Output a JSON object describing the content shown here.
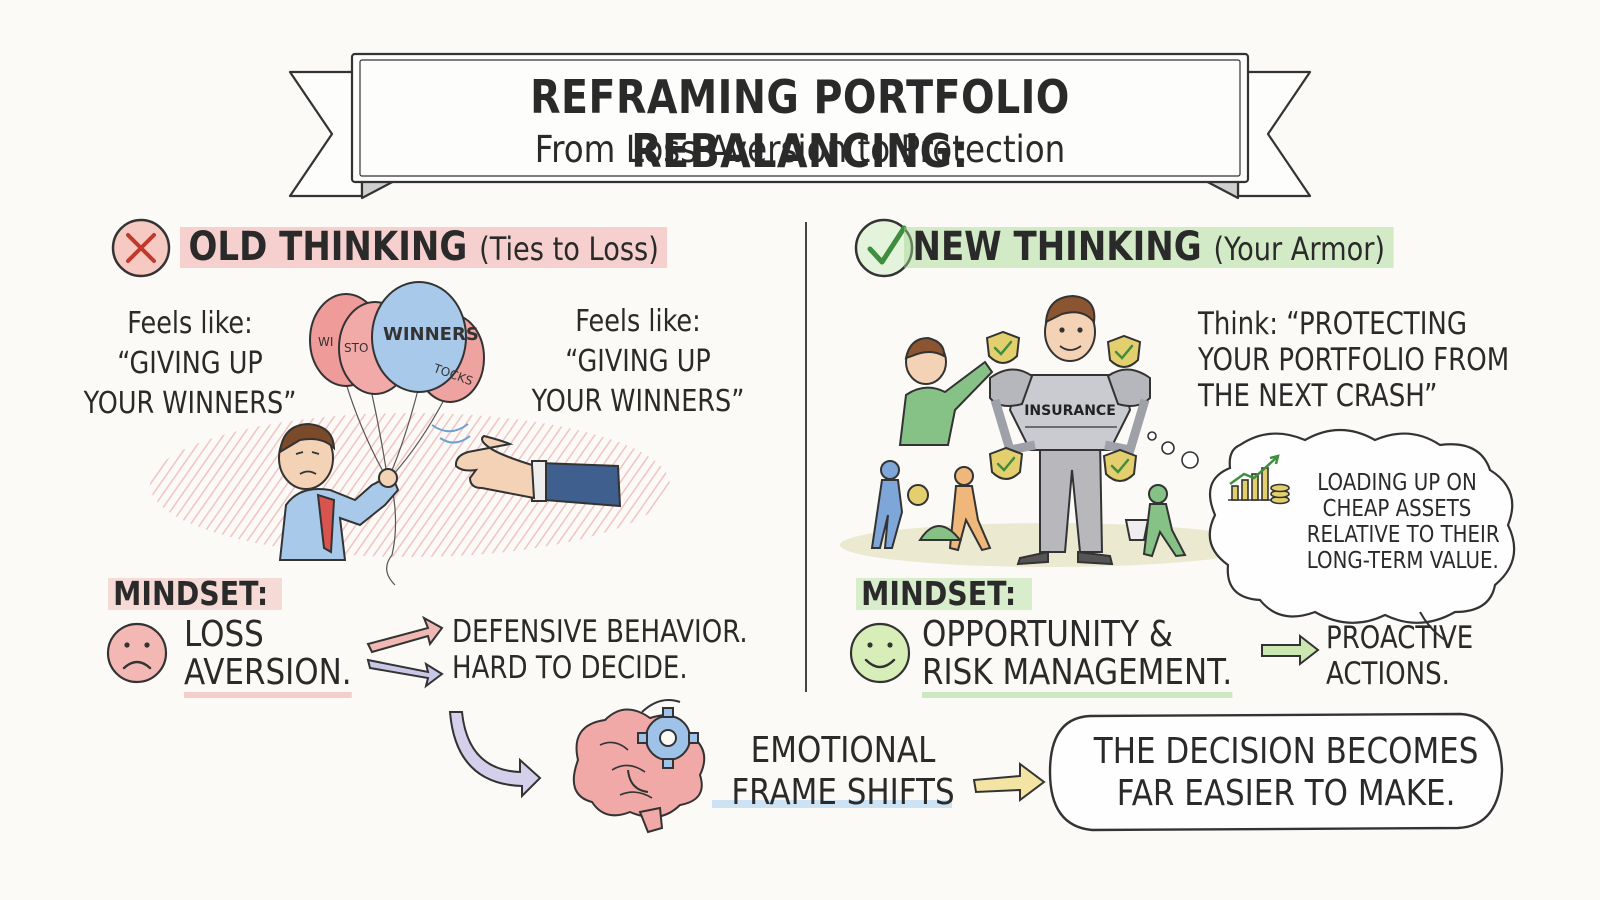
{
  "title": {
    "line1": "REFRAMING PORTFOLIO REBALANCING:",
    "line2": "From Loss Aversion to Protection"
  },
  "old": {
    "heading": "OLD THINKING",
    "heading_sub": "(Ties to Loss)",
    "feels_left": [
      "Feels like:",
      "“GIVING UP",
      "YOUR WINNERS”"
    ],
    "feels_right": [
      "Feels like:",
      "“GIVING UP",
      "YOUR WINNERS”"
    ],
    "balloon_labels": [
      "WI",
      "STO",
      "WINNERS",
      "TOCKS"
    ],
    "mindset_label": "MINDSET:",
    "mindset_value": [
      "LOSS",
      "AVERSION."
    ],
    "result": [
      "DEFENSIVE BEHAVIOR.",
      "HARD TO DECIDE."
    ],
    "accent": "#d9534f"
  },
  "new": {
    "heading": "NEW THINKING",
    "heading_sub": "(Your Armor)",
    "think": [
      "Think: “PROTECTING",
      "YOUR PORTFOLIO FROM",
      "THE NEXT CRASH”"
    ],
    "armor_label": "INSURANCE",
    "bubble": [
      "LOADING UP ON",
      "CHEAP ASSETS",
      "RELATIVE TO THEIR",
      "LONG-TERM VALUE."
    ],
    "mindset_label": "MINDSET:",
    "mindset_value": [
      "OPPORTUNITY &",
      "RISK MANAGEMENT."
    ],
    "result": [
      "PROACTIVE",
      "ACTIONS."
    ],
    "accent": "#5cb85c"
  },
  "bottom": {
    "shift": [
      "EMOTIONAL",
      "FRAME SHIFTS"
    ],
    "outcome": [
      "THE DECISION BECOMES",
      "FAR EASIER TO MAKE."
    ]
  },
  "icons": {
    "old": "x-circle-icon",
    "new": "checkmark-circle-icon",
    "sad": "sad-face-icon",
    "happy": "happy-face-icon",
    "brain": "brain-gear-icon"
  }
}
